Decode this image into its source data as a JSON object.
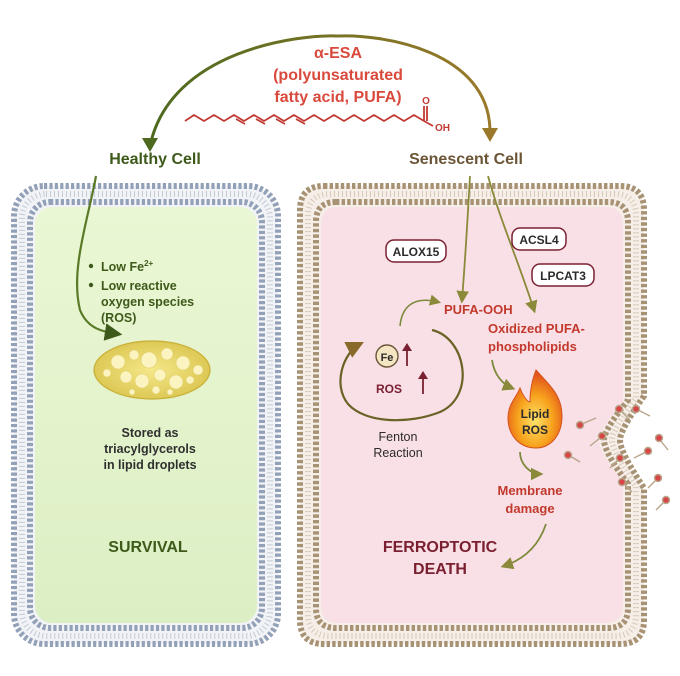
{
  "colors": {
    "title_red": "#d94a3d",
    "healthy_green": "#3e5a1a",
    "senescent_brown": "#6b5536",
    "healthy_membrane": "#8d9bb3",
    "senescent_membrane": "#a89274",
    "healthy_fill": "#e3f3cc",
    "senescent_fill": "#f9e0e6",
    "path_red": "#c2392d",
    "arrow_olive": "#7d8a3b",
    "dark_red_arrow": "#7a2030"
  },
  "top": {
    "title_line1": "α-ESA",
    "title_line2": "(polyunsaturated",
    "title_line3": "fatty acid, PUFA)",
    "oh_label": "OH",
    "o_label": "O"
  },
  "healthy": {
    "label": "Healthy Cell",
    "bullet1_text": "Low Fe",
    "bullet1_sup": "2+",
    "bullet2_line1": "Low reactive",
    "bullet2_line2": "oxygen species",
    "bullet2_line3": "(ROS)",
    "stored_line1": "Stored as",
    "stored_line2": "triacylglycerols",
    "stored_line3": "in lipid droplets",
    "outcome": "SURVIVAL"
  },
  "senescent": {
    "label": "Senescent Cell",
    "enzyme_alox15": "ALOX15",
    "enzyme_acsl4": "ACSL4",
    "enzyme_lpcat3": "LPCAT3",
    "pufa_ooh": "PUFA-OOH",
    "oxidized_line1": "Oxidized PUFA-",
    "oxidized_line2": "phospholipids",
    "fe_label": "Fe",
    "ros_label": "ROS",
    "fenton_line1": "Fenton",
    "fenton_line2": "Reaction",
    "lipid_ros_line1": "Lipid",
    "lipid_ros_line2": "ROS",
    "membrane_line1": "Membrane",
    "membrane_line2": "damage",
    "outcome_line1": "FERROPTOTIC",
    "outcome_line2": "DEATH"
  }
}
